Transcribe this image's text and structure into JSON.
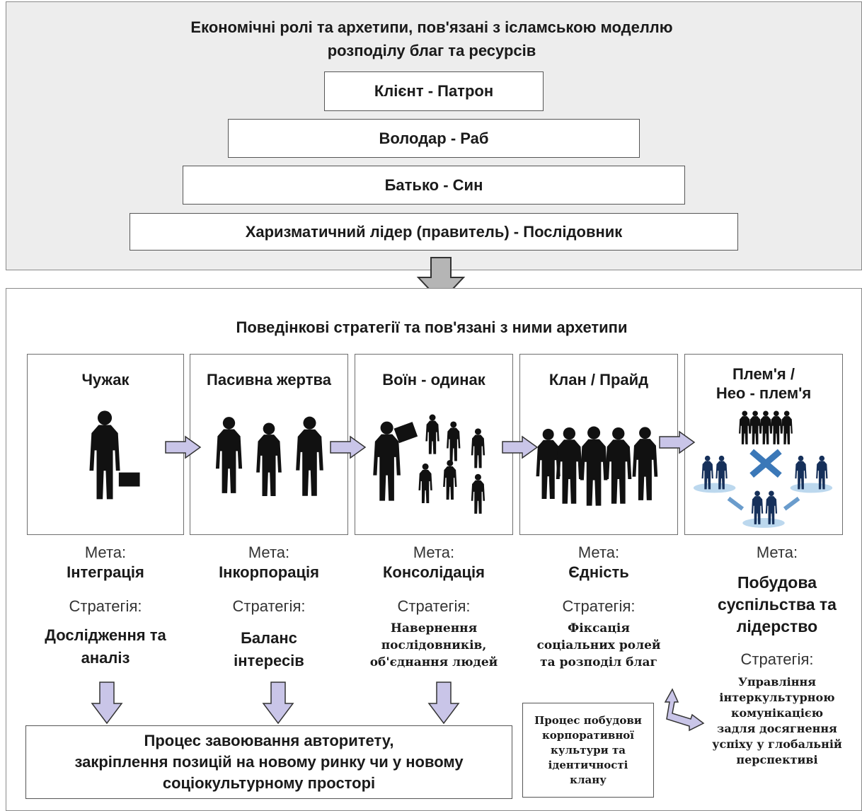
{
  "top": {
    "title_line1": "Економічні ролі та архетипи, пов'язані з ісламською моделлю",
    "title_line2": "розподілу благ та ресурсів",
    "roles": [
      "Клієнт - Патрон",
      "Володар - Раб",
      "Батько - Син",
      "Харизматичний лідер (правитель) - Послідовник"
    ]
  },
  "bottom": {
    "title": "Поведінкові стратегії та пов'язані з ними архетипи",
    "goal_label": "Мета:",
    "strategy_label": "Стратегія:",
    "stages": [
      {
        "title": "Чужак",
        "goal": "Інтеграція",
        "strategy_l1": "Дослідження та",
        "strategy_l2": "аналіз"
      },
      {
        "title": "Пасивна жертва",
        "goal": "Інкорпорація",
        "strategy_l1": "Баланс",
        "strategy_l2": "інтересів"
      },
      {
        "title": "Воїн - одинак",
        "goal": "Консолідація",
        "strategy_l1": "Навернення",
        "strategy_l2": "послідовників,",
        "strategy_l3": "об'єднання людей"
      },
      {
        "title": "Клан / Прайд",
        "goal": "Єдність",
        "strategy_l1": "Фіксація",
        "strategy_l2": "соціальних ролей",
        "strategy_l3": "та розподіл благ"
      },
      {
        "title_l1": "Плем'я /",
        "title_l2": "Нео - плем'я",
        "goal_l1": "Побудова",
        "goal_l2": "суспільства та",
        "goal_l3": "лідерство",
        "strategy_l1": "Управління",
        "strategy_l2": "інтеркультурною",
        "strategy_l3": "комунікацією",
        "strategy_l4": "задля досягнення",
        "strategy_l5": "успіху у глобальній",
        "strategy_l6": "перспективі"
      }
    ],
    "process_l1": "Процес завоювання авторитету,",
    "process_l2": "закріплення позицій на новому ринку чи у новому",
    "process_l3": "соціокультурному просторі",
    "clan_process_l1": "Процес побудови",
    "clan_process_l2": "корпоративної",
    "clan_process_l3": "культури та",
    "clan_process_l4": "ідентичності",
    "clan_process_l5": "клану"
  }
}
